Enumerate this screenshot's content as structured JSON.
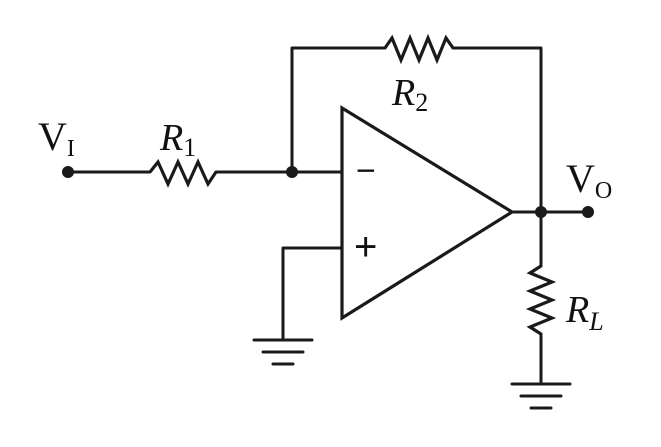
{
  "labels": {
    "input": {
      "main": "V",
      "sub": "I"
    },
    "output": {
      "main": "V",
      "sub": "O"
    },
    "r1": {
      "main": "R",
      "sub": "1"
    },
    "r2": {
      "main": "R",
      "sub": "2"
    },
    "rl": {
      "main": "R",
      "sub": "L"
    },
    "minus": "−",
    "plus": "+"
  },
  "colors": {
    "ink": "#1a1a1a",
    "background": "#ffffff"
  }
}
